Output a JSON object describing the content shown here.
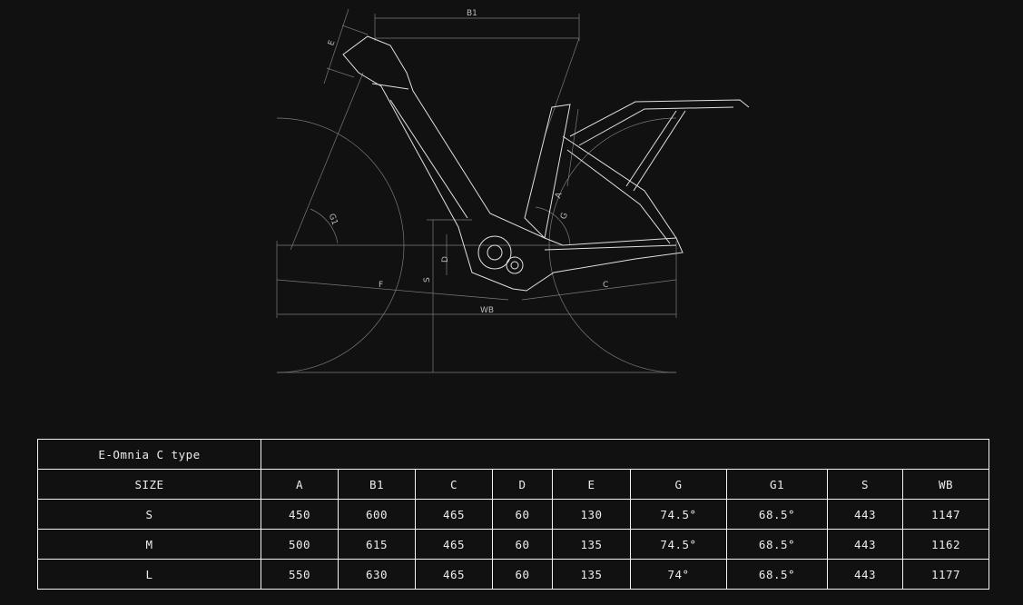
{
  "drawing": {
    "labels": {
      "B1": "B1",
      "E": "E",
      "A": "A",
      "G": "G",
      "G1": "G1",
      "D": "D",
      "S": "S",
      "F": "F",
      "C": "C",
      "WB": "WB"
    }
  },
  "table": {
    "model": "E-Omnia C type",
    "headers": [
      "SIZE",
      "A",
      "B1",
      "C",
      "D",
      "E",
      "G",
      "G1",
      "S",
      "WB"
    ],
    "rows": [
      [
        "S",
        "450",
        "600",
        "465",
        "60",
        "130",
        "74.5°",
        "68.5°",
        "443",
        "1147"
      ],
      [
        "M",
        "500",
        "615",
        "465",
        "60",
        "135",
        "74.5°",
        "68.5°",
        "443",
        "1162"
      ],
      [
        "L",
        "550",
        "630",
        "465",
        "60",
        "135",
        "74°",
        "68.5°",
        "443",
        "1177"
      ]
    ]
  }
}
